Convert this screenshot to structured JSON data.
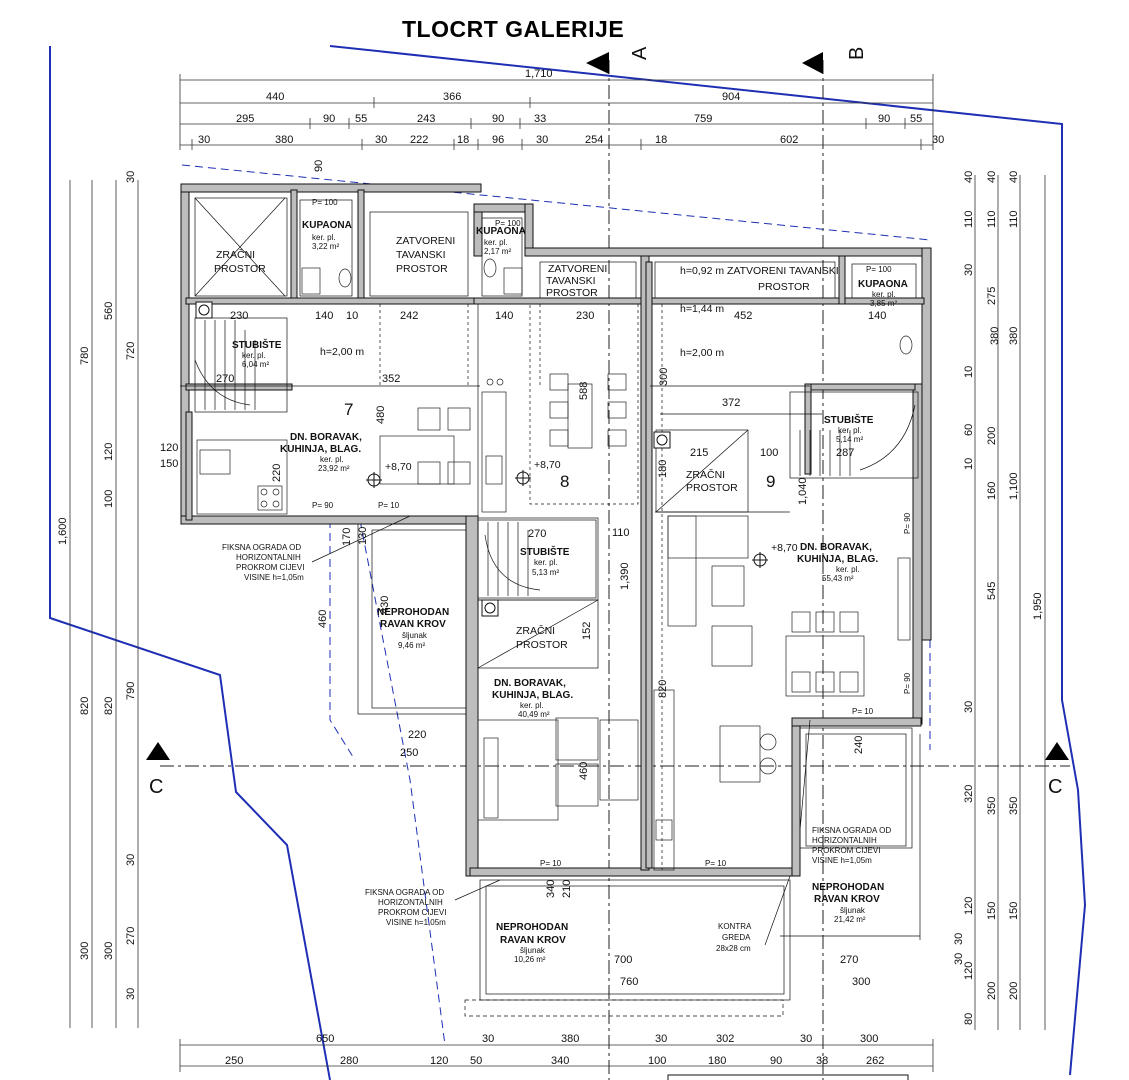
{
  "title": "TLOCRT GALERIJE",
  "sections": {
    "A": "A",
    "B": "B",
    "C_left": "C",
    "C_right": "C"
  },
  "dims_top": {
    "row1": [
      "1,710"
    ],
    "row2": [
      "440",
      "366",
      "904"
    ],
    "row3": [
      "295",
      "90",
      "55",
      "243",
      "90",
      "33",
      "759",
      "90",
      "55"
    ],
    "row4": [
      "30",
      "380",
      "30",
      "222",
      "18",
      "96",
      "30",
      "254",
      "18",
      "602",
      "30"
    ]
  },
  "dims_bottom": {
    "row1": [
      "650",
      "30",
      "380",
      "30",
      "302",
      "30",
      "300"
    ],
    "row2": [
      "250",
      "280",
      "120",
      "50",
      "340",
      "100",
      "180",
      "90",
      "38",
      "262"
    ]
  },
  "dims_left": {
    "outer": [
      "1,600"
    ],
    "col2": [
      "780",
      "820",
      "300"
    ],
    "col3": [
      "560",
      "120",
      "100",
      "820",
      "300"
    ],
    "col4": [
      "30",
      "720",
      "790",
      "30",
      "270",
      "30"
    ]
  },
  "dims_right": {
    "col1": [
      "40",
      "110",
      "30",
      "10",
      "60",
      "10",
      "30",
      "320",
      "30",
      "120",
      "30",
      "120",
      "80"
    ],
    "col2": [
      "40",
      "110",
      "275",
      "200",
      "160",
      "545",
      "350",
      "150",
      "200"
    ],
    "col3": [
      "40",
      "110",
      "380",
      "1,100",
      "350",
      "150",
      "200"
    ],
    "outer": [
      "1,950"
    ]
  },
  "rooms": {
    "zracni1": {
      "l1": "ZRAČNI",
      "l2": "PROSTOR"
    },
    "kupaona1": {
      "name": "KUPAONA",
      "l1": "ker. pl.",
      "area": "3,22 m²",
      "door": "P= 100"
    },
    "tavanski1": {
      "l1": "ZATVORENI",
      "l2": "TAVANSKI",
      "l3": "PROSTOR"
    },
    "kupaona2": {
      "name": "KUPAONA",
      "l1": "ker. pl.",
      "area": "2,17 m²",
      "door": "P= 100"
    },
    "tavanski2": {
      "l1": "ZATVORENI",
      "l2": "TAVANSKI",
      "l3": "PROSTOR"
    },
    "tavanski3": {
      "l1": "h=0,92 m  ZATVORENI TAVANSKI",
      "l2": "PROSTOR"
    },
    "kupaona3": {
      "name": "KUPAONA",
      "l1": "ker. pl.",
      "area": "3,85 m²",
      "door": "P= 100"
    },
    "stubiste1": {
      "name": "STUBIŠTE",
      "l1": "ker. pl.",
      "area": "6,04 m²"
    },
    "stubiste2": {
      "name": "STUBIŠTE",
      "l1": "ker. pl.",
      "area": "5,14 m²"
    },
    "stubiste3": {
      "name": "STUBIŠTE",
      "l1": "ker. pl.",
      "area": "5,13 m²"
    },
    "unit7": {
      "num": "7",
      "l1": "DN. BORAVAK,",
      "l2": "KUHINJA, BLAG.",
      "l3": "ker. pl.",
      "area": "23,92 m²",
      "level": "+8,70"
    },
    "unit8": {
      "num": "8",
      "level": "+8,70"
    },
    "unit9": {
      "num": "9",
      "l1": "DN. BORAVAK,",
      "l2": "KUHINJA, BLAG.",
      "l3": "ker. pl.",
      "area": "55,43 m²",
      "level": "+8,70"
    },
    "unit8b": {
      "l1": "DN. BORAVAK,",
      "l2": "KUHINJA, BLAG.",
      "l3": "ker. pl.",
      "area": "40,49 m²"
    },
    "zracni2": {
      "l1": "ZRAČNI",
      "l2": "PROSTOR"
    },
    "zracni3": {
      "l1": "ZRAČNI",
      "l2": "PROSTOR"
    },
    "krov1": {
      "l1": "NEPROHODAN",
      "l2": "RAVAN KROV",
      "l3": "šljunak",
      "area": "9,46 m²"
    },
    "krov2": {
      "l1": "NEPROHODAN",
      "l2": "RAVAN KROV",
      "l3": "šljunak",
      "area": "10,26 m²"
    },
    "krov3": {
      "l1": "NEPROHODAN",
      "l2": "RAVAN KROV",
      "l3": "šljunak",
      "area": "21,42 m²"
    }
  },
  "heights": {
    "h1": "h=2,00 m",
    "h2": "h=1,44 m",
    "h3": "h=2,00 m"
  },
  "notes": {
    "ograda1": [
      "FIKSNA OGRADA OD",
      "HORIZONTALNIH",
      "PROKROM CIJEVI",
      "VISINE h=1,05m"
    ],
    "ograda2": [
      "FIKSNA OGRADA OD",
      "HORIZONTALNIH",
      "PROKROM CIJEVI",
      "VISINE h=1,05m"
    ],
    "ograda3": [
      "FIKSNA OGRADA OD",
      "HORIZONTALNIH",
      "PROKROM CIJEVI",
      "VISINE h=1,05m"
    ],
    "greda": [
      "KONTRA",
      "GREDA",
      "28x28 cm"
    ]
  },
  "inner_dims": {
    "d230": "230",
    "d140a": "140",
    "d10a": "10",
    "d242": "242",
    "d140b": "140",
    "d230b": "230",
    "d452": "452",
    "d140c": "140",
    "d270a": "270",
    "d352": "352",
    "d372": "372",
    "d287": "287",
    "d480": "480",
    "d220": "220",
    "d588": "588",
    "d300": "300",
    "d215": "215",
    "d100": "100",
    "d180": "180",
    "d1040": "1,040",
    "d270b": "270",
    "d110": "110",
    "d1390": "1,390",
    "d130": "130",
    "d152": "152",
    "d460": "460",
    "d430": "430",
    "d820": "820",
    "d220b": "220",
    "d250": "250",
    "d460b": "460",
    "d340": "340",
    "d210": "210",
    "d700": "700",
    "d760": "760",
    "d300b": "300",
    "d270c": "270",
    "d240": "240",
    "d120": "120",
    "d150": "150",
    "d90": "90",
    "d170": "170",
    "d380": "380",
    "dP90a": "P= 90",
    "dP10a": "P= 10",
    "dP10b": "P= 10",
    "dP10c": "P= 10",
    "dP10d": "P= 10",
    "dP90b": "P= 90",
    "dP90c": "P= 90"
  },
  "colors": {
    "wall": "#b8b8b8",
    "line": "#111111",
    "blue": "#1f2fb4",
    "axis": "#222222"
  }
}
